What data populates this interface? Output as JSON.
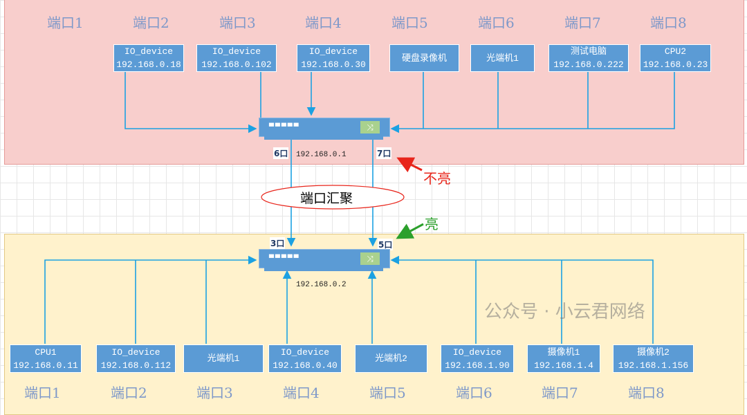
{
  "top": {
    "ports": [
      "端口1",
      "端口2",
      "端口3",
      "端口4",
      "端口5",
      "端口6",
      "端口7",
      "端口8"
    ],
    "devices": [
      [
        "IO_device",
        "192.168.0.18"
      ],
      [
        "IO_device",
        "192.168.0.102"
      ],
      [
        "IO_device",
        "192.168.0.30"
      ],
      [
        "硬盘录像机"
      ],
      [
        "光端机1"
      ],
      [
        "测试电脑",
        "192.168.0.222"
      ],
      [
        "CPU2",
        "192.168.0.23"
      ]
    ],
    "switch_ip": "192.168.0.1",
    "link_port_a": "6口",
    "link_port_b": "7口"
  },
  "aggregation_label": "端口汇聚",
  "status_off": "不亮",
  "status_on": "亮",
  "bottom": {
    "ports": [
      "端口1",
      "端口2",
      "端口3",
      "端口4",
      "端口5",
      "端口6",
      "端口7",
      "端口8"
    ],
    "devices": [
      [
        "CPU1",
        "192.168.0.11"
      ],
      [
        "IO_device",
        "192.168.0.112"
      ],
      [
        "光端机1"
      ],
      [
        "IO_device",
        "192.168.0.40"
      ],
      [
        "光端机2"
      ],
      [
        "IO_device",
        "192.168.1.90"
      ],
      [
        "摄像机1",
        "192.168.1.4"
      ],
      [
        "摄像机2",
        "192.168.1.156"
      ]
    ],
    "switch_ip": "192.168.0.2",
    "link_port_a": "3口",
    "link_port_b": "5口"
  },
  "watermark": "公众号 · 小云君网络",
  "colors": {
    "line": "#1ba1e2",
    "box": "#5b9bd5",
    "off": "#e8251b",
    "on": "#2ca02c"
  }
}
